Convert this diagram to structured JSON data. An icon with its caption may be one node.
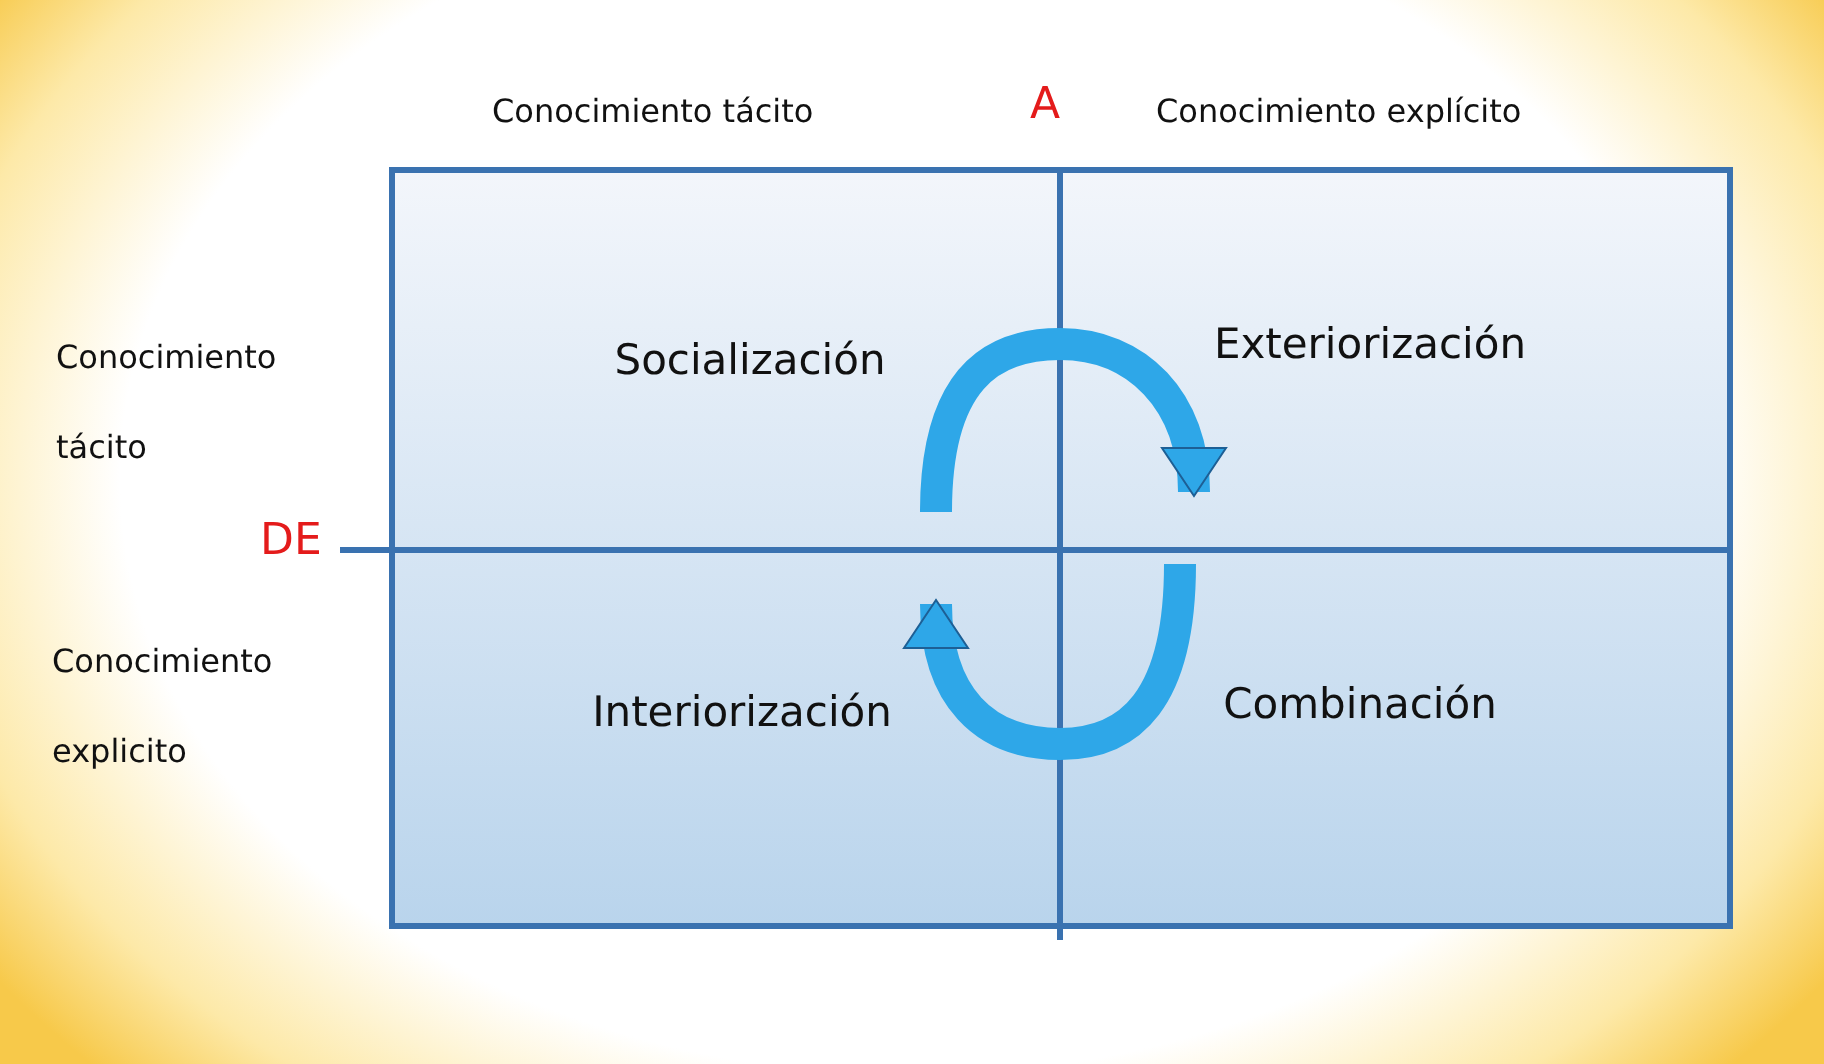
{
  "diagram": {
    "nodes": [
      {
        "text": [
          "Socialización"
        ]
      },
      {
        "text": [
          "Exteriorización"
        ]
      },
      {
        "text": [
          "Combinación"
        ]
      },
      {
        "text": [
          "Interiorización"
        ]
      }
    ],
    "edges": [
      {
        "from": 0,
        "to": 1,
        "arrow": "to"
      },
      {
        "from": 2,
        "to": 3,
        "arrow": "to"
      }
    ],
    "labels": [
      "Conocimiento tácito",
      "A",
      "Conocimiento explícito",
      "Conocimiento tácito",
      "DE",
      "Conocimiento explicito"
    ]
  }
}
